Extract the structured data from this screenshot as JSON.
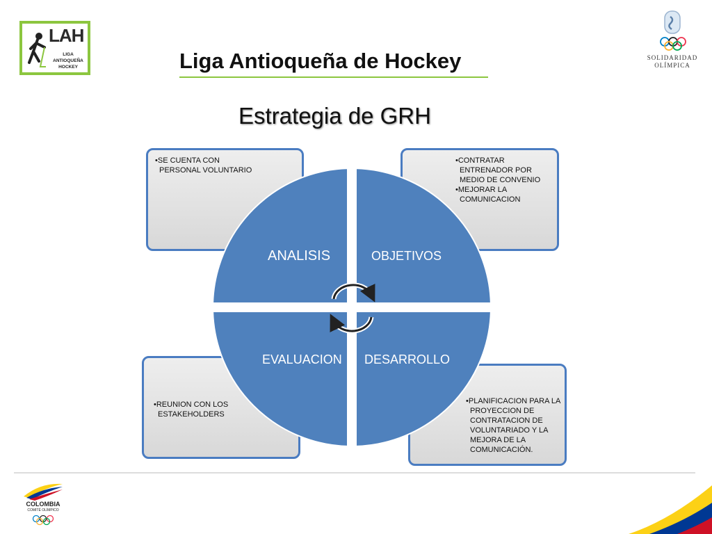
{
  "header": {
    "title": "Liga Antioqueña de Hockey",
    "subtitle": "Estrategia  de GRH"
  },
  "logos": {
    "lah": {
      "abbrev": "LAH",
      "name_line1": "LIGA ANTIOQUEÑA",
      "name_line2": "HOCKEY"
    },
    "solidaridad": {
      "line1": "SOLIDARIDAD",
      "line2": "OLÍMPICA"
    },
    "colombia": {
      "line1": "COLOMBIA",
      "line2": "COMITÉ OLÍMPICO"
    }
  },
  "diagram": {
    "quadrants": [
      {
        "label": "ANALISIS"
      },
      {
        "label": "OBJETIVOS"
      },
      {
        "label": "EVALUACION"
      },
      {
        "label": "DESARROLLO"
      }
    ],
    "boxes": {
      "top_left": [
        "SE CUENTA CON PERSONAL VOLUNTARIO"
      ],
      "top_right": [
        "CONTRATAR ENTRENADOR POR MEDIO DE CONVENIO",
        "MEJORAR LA COMUNICACION"
      ],
      "bottom_left": [
        "REUNION CON LOS ESTAKEHOLDERS"
      ],
      "bottom_right": [
        "PLANIFICACION PARA LA PROYECCION DE CONTRATACION DE VOLUNTARIADO Y LA MEJORA DE LA COMUNICACIÓN."
      ]
    }
  },
  "colors": {
    "accent_green": "#8cc63f",
    "quadrant_blue": "#4f81bd",
    "box_border": "#4a7cc1"
  }
}
